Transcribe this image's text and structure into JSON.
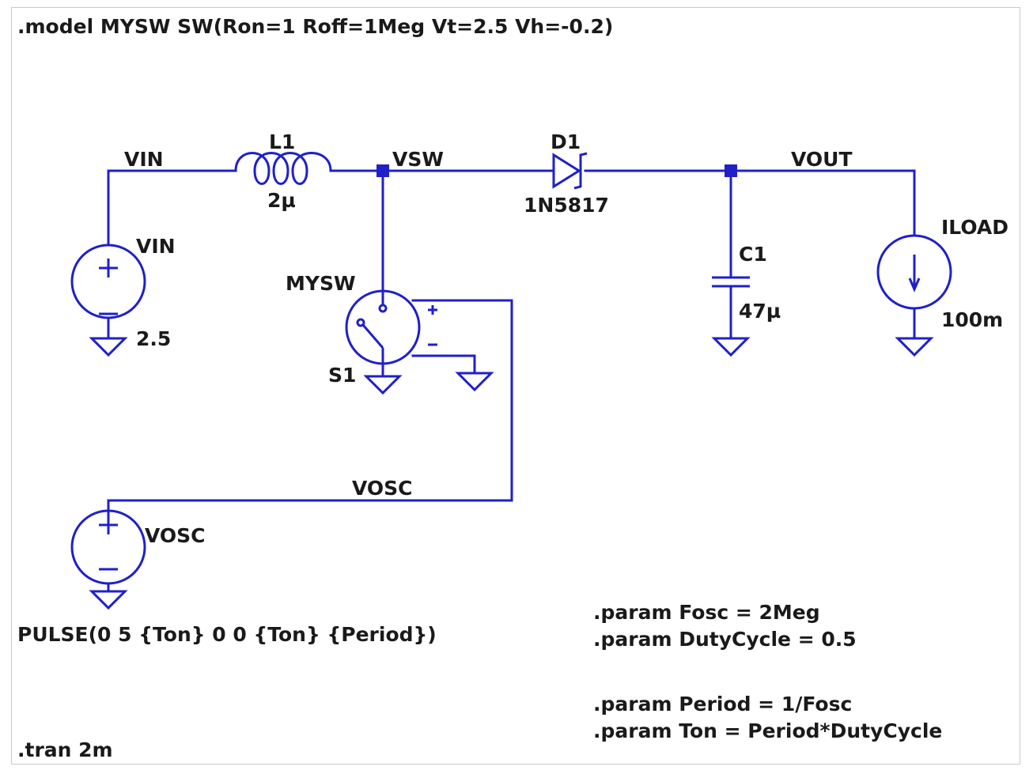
{
  "directives": {
    "model": ".model MYSW SW(Ron=1 Roff=1Meg Vt=2.5 Vh=-0.2)",
    "tran": ".tran 2m",
    "params": [
      ".param Fosc = 2Meg",
      ".param DutyCycle = 0.5",
      ".param Period = 1/Fosc",
      ".param Ton = Period*DutyCycle"
    ]
  },
  "nets": {
    "vin": "VIN",
    "vsw": "VSW",
    "vout": "VOUT",
    "vosc": "VOSC"
  },
  "components": {
    "inductor": {
      "name": "L1",
      "value": "2µ"
    },
    "diode": {
      "name": "D1",
      "value": "1N5817"
    },
    "capacitor": {
      "name": "C1",
      "value": "47µ"
    },
    "current_source": {
      "name": "ILOAD",
      "value": "100m"
    },
    "vin_source": {
      "name": "VIN",
      "value": "2.5"
    },
    "switch": {
      "name": "S1",
      "model": "MYSW"
    },
    "vosc_source": {
      "name": "VOSC",
      "value": "PULSE(0 5 {Ton} 0 0 {Ton} {Period})"
    }
  },
  "colors": {
    "wire": "#1f20c8",
    "text": "#1a1a1a",
    "background": "#ffffff"
  }
}
